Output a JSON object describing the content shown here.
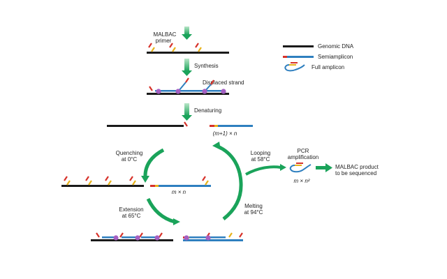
{
  "steps": {
    "primer_line1": "MALBAC",
    "primer_line2": "primer",
    "synthesis": "Synthesis",
    "displaced_strand": "Displaced strand",
    "denaturing": "Denaturing",
    "count_m1n": "(m+1) × n",
    "quenching_line1": "Quenching",
    "quenching_line2": "at 0°C",
    "count_mn": "m × n",
    "extension_line1": "Extension",
    "extension_line2": "at 65°C",
    "looping_line1": "Looping",
    "looping_line2": "at 58°C",
    "melting_line1": "Melting",
    "melting_line2": "at 94°C",
    "pcr_line1": "PCR",
    "pcr_line2": "amplification",
    "count_mn2": "m × n²",
    "product_line1": "MALBAC product",
    "product_line2": "to be sequenced"
  },
  "legend": {
    "genomic_dna": "Genomic DNA",
    "semiamplicon": "Semiamplicon",
    "full_amplicon": "Full amplicon"
  },
  "colors": {
    "genomic": "#1a1a1a",
    "semiamplicon": "#2e7fbf",
    "primer_red": "#d7322a",
    "primer_yellow": "#e8b21a",
    "polymerase": "#a45fc2",
    "arrow_green": "#1aa35a",
    "full_amplicon_green": "#6bb83a"
  }
}
